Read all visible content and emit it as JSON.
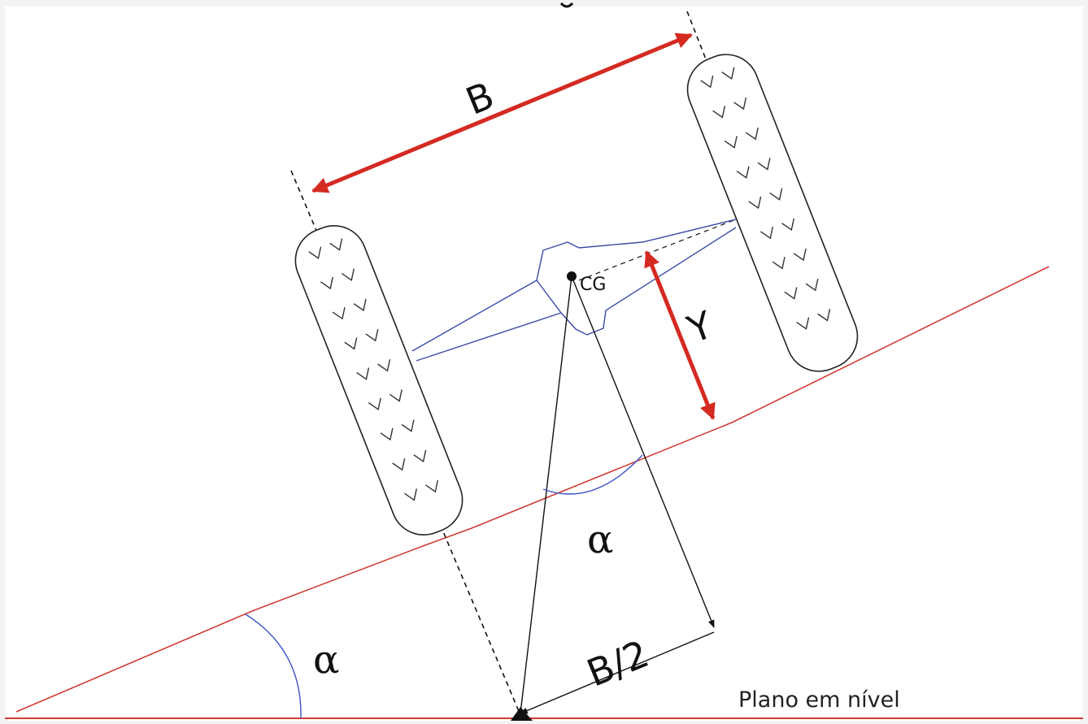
{
  "diagram": {
    "labels": {
      "track_width": "B",
      "cg_height": "Y",
      "center_of_gravity": "CG",
      "angle_ground": "α",
      "angle_vehicle": "α",
      "half_track": "B/2",
      "level_plane": "Plano em nível"
    },
    "colors": {
      "dimension_arrow": "#d42a22",
      "slope_line": "#d23b36",
      "frame": "#3b4aa6",
      "angle_arc": "#3e55c4",
      "construction": "#111111",
      "background": "#ffffff"
    }
  }
}
